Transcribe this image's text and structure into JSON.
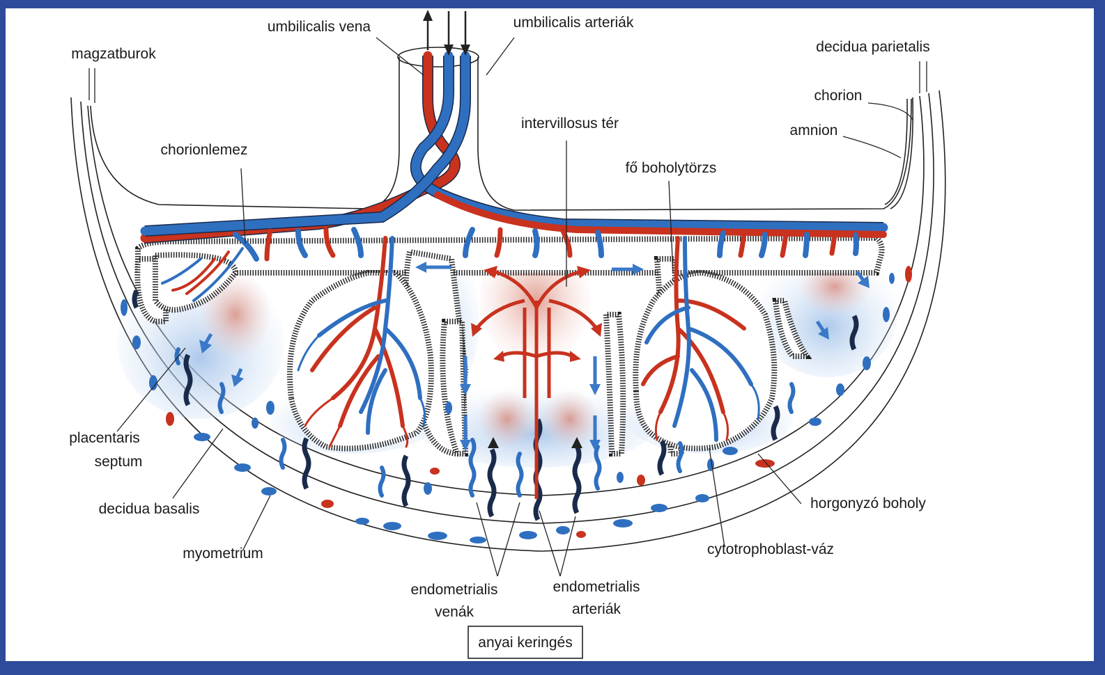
{
  "labels": {
    "umbilicalis_vena": "umbilicalis vena",
    "umbilicalis_arteriak": "umbilicalis arteriák",
    "magzatburok": "magzatburok",
    "decidua_parietalis": "decidua parietalis",
    "chorion": "chorion",
    "amnion": "amnion",
    "intervillosus_ter": "intervillosus tér",
    "chorionlemez": "chorionlemez",
    "fo_boholytorzs": "fő boholytörzs",
    "placentaris_line1": "placentaris",
    "placentaris_line2": "septum",
    "decidua_basalis": "decidua basalis",
    "myometrium": "myometrium",
    "horgonyzo_boholy": "horgonyzó boholy",
    "cytotrophoblast_vaz": "cytotrophoblast-váz",
    "endo_venak_line1": "endometrialis",
    "endo_venak_line2": "venák",
    "endo_arteriak_line1": "endometrialis",
    "endo_arteriak_line2": "arteriák",
    "anyai_keringes": "anyai keringés"
  },
  "colors": {
    "frame": "#2e4a9a",
    "artery": "#c8321e",
    "vein": "#2f6fc0",
    "maternal_blood_blue": "#aac8ea",
    "maternal_blood_red": "#e5a49a"
  }
}
